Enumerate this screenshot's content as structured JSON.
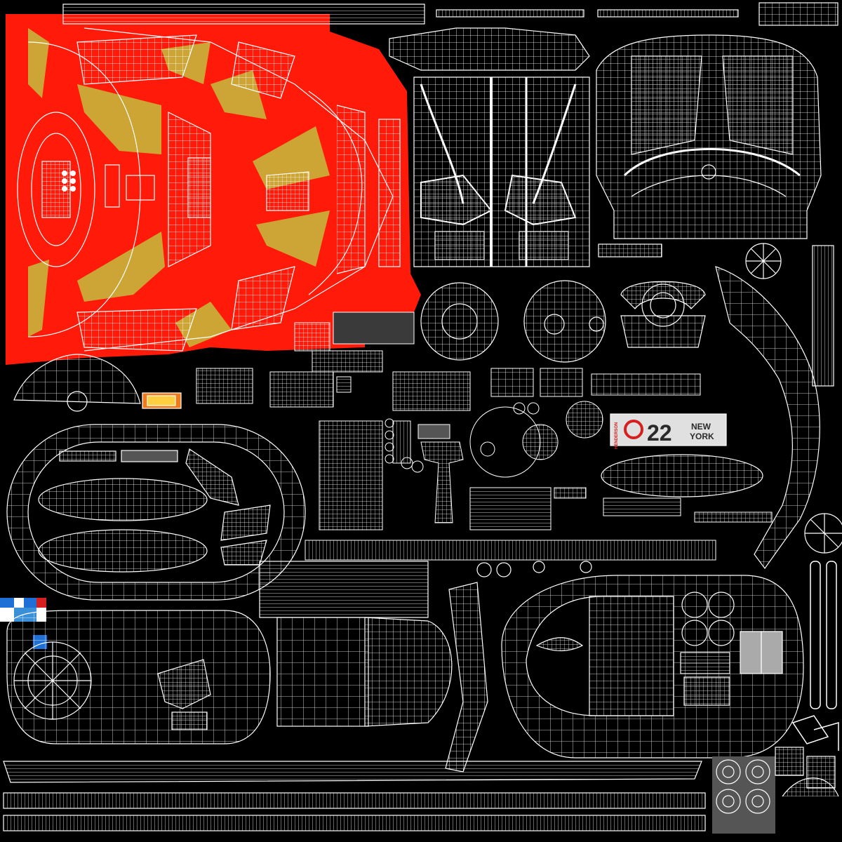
{
  "texture": {
    "background_color": "#000000",
    "wire_color": "#ffffff",
    "body_paint_color": "#ff1a0a",
    "accent_panel_color": "#c9b13a",
    "swatch_colors": [
      "#1e6fd6",
      "#ffffff",
      "#d62020",
      "#f07a1a",
      "#3a8fd9"
    ]
  },
  "decal": {
    "number": "22",
    "city_top": "NEW",
    "city_bottom": "YORK",
    "side_text": "HENDERSON",
    "number_color": "#2a2a2a",
    "emblem_color": "#d62020"
  }
}
